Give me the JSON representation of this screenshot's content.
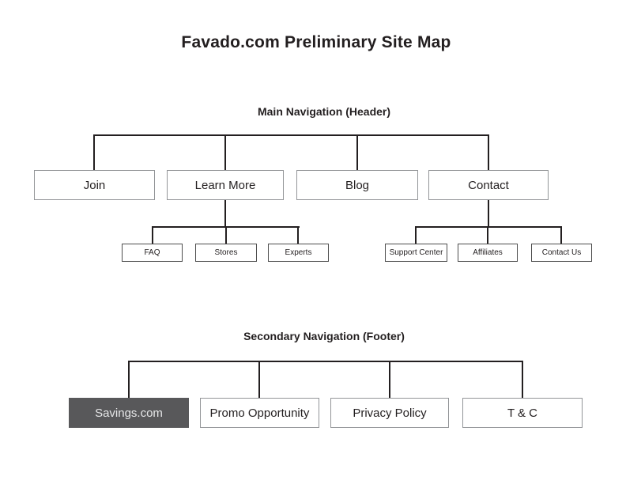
{
  "title": "Favado.com Preliminary Site Map",
  "colors": {
    "background": "#ffffff",
    "text": "#231f20",
    "line": "#231f20",
    "box_border": "#939598",
    "sub_box_border": "#4d4d4d",
    "highlight_fill": "#58585a",
    "highlight_text": "#e6e7e8"
  },
  "main_nav": {
    "label": "Main Navigation (Header)",
    "items": [
      {
        "label": "Join",
        "children": []
      },
      {
        "label": "Learn More",
        "children": [
          "FAQ",
          "Stores",
          "Experts"
        ]
      },
      {
        "label": "Blog",
        "children": []
      },
      {
        "label": "Contact",
        "children": [
          "Support Center",
          "Affiliates",
          "Contact Us"
        ]
      }
    ]
  },
  "secondary_nav": {
    "label": "Secondary Navigation (Footer)",
    "items": [
      {
        "label": "Savings.com",
        "highlighted": true
      },
      {
        "label": "Promo Opportunity",
        "highlighted": false
      },
      {
        "label": "Privacy Policy",
        "highlighted": false
      },
      {
        "label": "T & C",
        "highlighted": false
      }
    ]
  }
}
